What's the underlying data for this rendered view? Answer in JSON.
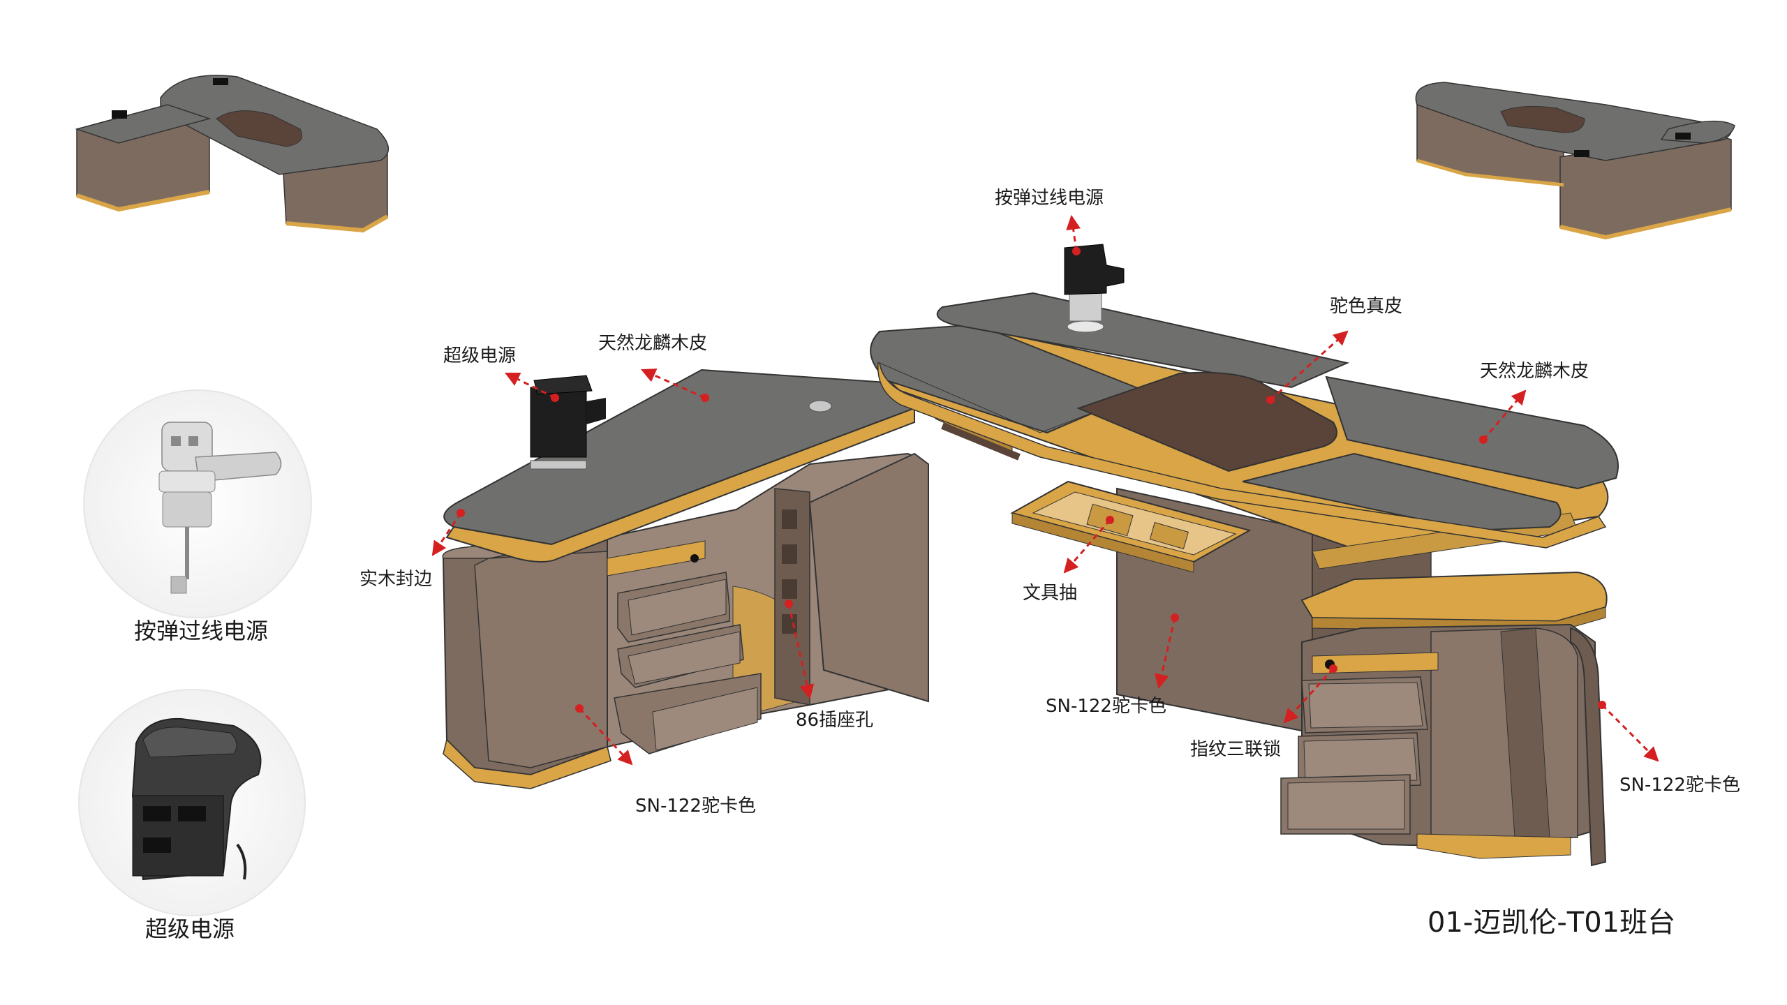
{
  "labels": {
    "popup_power_top": "按弹过线电源",
    "super_power_top": "超级电源",
    "natural_veneer_left": "天然龙麟木皮",
    "camel_leather": "驼色真皮",
    "natural_veneer_right": "天然龙麟木皮",
    "solid_wood_edge": "实木封边",
    "socket_86": "86插座孔",
    "stationery_drawer": "文具抽",
    "color_left": "SN-122驼卡色",
    "color_mid": "SN-122驼卡色",
    "color_right": "SN-122驼卡色",
    "fingerprint_lock": "指纹三联锁"
  },
  "insets": {
    "popup_power": "按弹过线电源",
    "super_power": "超级电源"
  },
  "title": "01-迈凯伦-T01班台",
  "colors": {
    "stone": "#6f6f6d",
    "leather": "#5a4339",
    "wood": "#d9a547",
    "body": "#7e6b5f",
    "body_dark": "#5e4e45",
    "arrow": "#d42020"
  }
}
